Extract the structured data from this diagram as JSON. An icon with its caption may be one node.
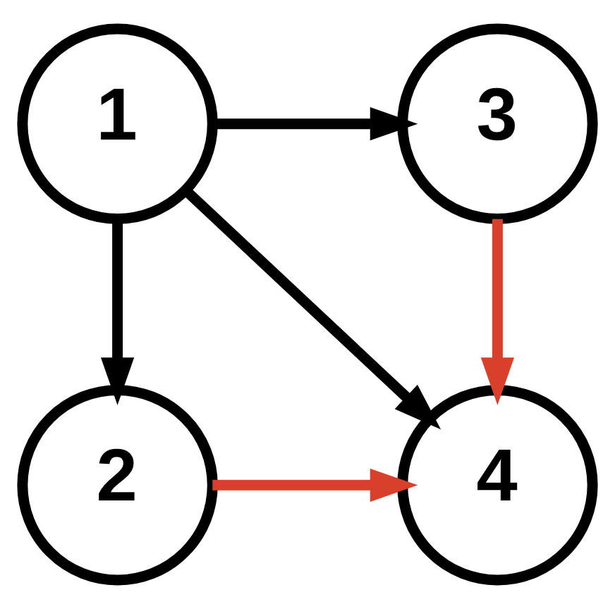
{
  "diagram": {
    "nodes": [
      {
        "text": [
          "1"
        ]
      },
      {
        "text": [
          "2"
        ]
      },
      {
        "text": [
          "3"
        ]
      },
      {
        "text": [
          "4"
        ]
      }
    ],
    "edges": [
      {
        "from": 0,
        "to": 2,
        "arrow": "to"
      },
      {
        "from": 0,
        "to": 1,
        "arrow": "to"
      },
      {
        "from": 0,
        "to": 3,
        "arrow": "to"
      },
      {
        "from": 2,
        "to": 3,
        "arrow": "to",
        "color": "#d9402b"
      },
      {
        "from": 1,
        "to": 3,
        "arrow": "to",
        "color": "#d9402b"
      }
    ]
  }
}
